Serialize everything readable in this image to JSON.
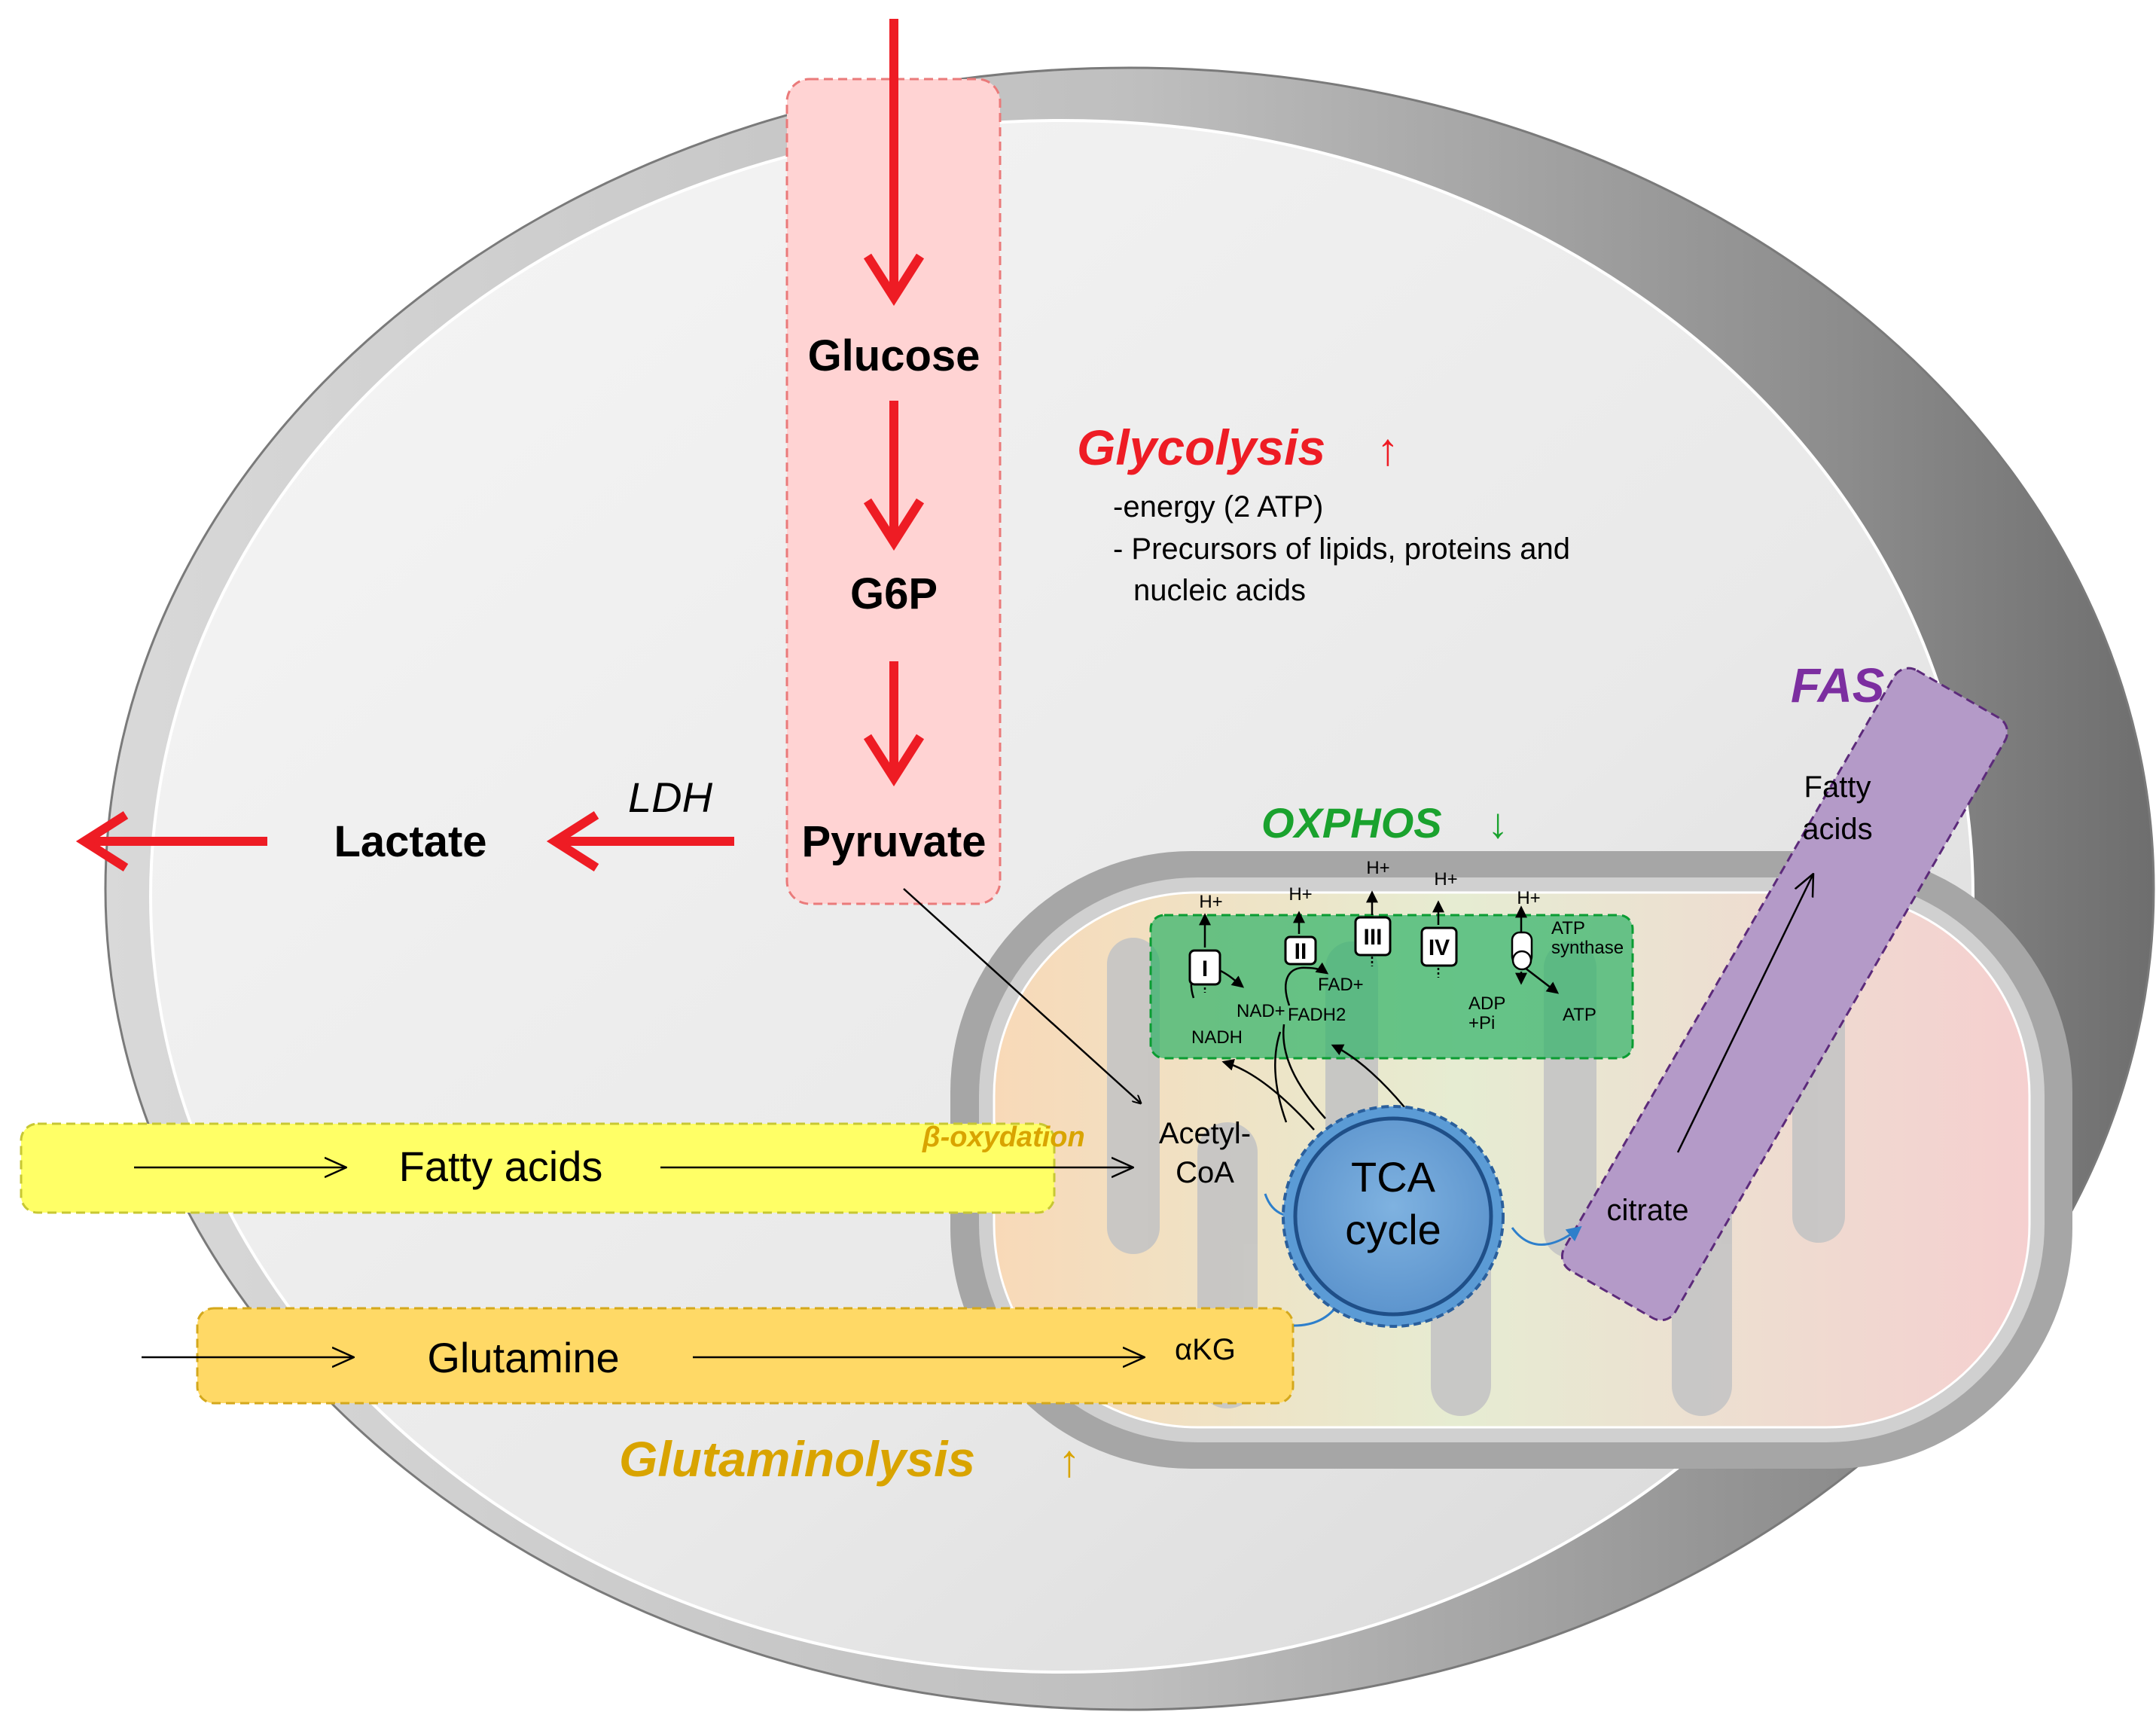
{
  "glycolysis_pathway": {
    "glucose": "Glucose",
    "g6p": "G6P",
    "pyruvate": "Pyruvate",
    "lactate": "Lactate",
    "ldh": "LDH"
  },
  "glycolysis_note": {
    "title": "Glycolysis",
    "arrow": "↑",
    "line1": "-energy (2 ATP)",
    "line2": "- Precursors of  lipids, proteins and",
    "line3": "nucleic acids"
  },
  "oxphos": {
    "title": "OXPHOS",
    "arrow": "↓",
    "complexes": [
      "I",
      "II",
      "III",
      "IV"
    ],
    "h_plus": "H+",
    "nad_plus": "NAD+",
    "nadh": "NADH",
    "fad_plus": "FAD+",
    "fadh2": "FADH2",
    "atp_synthase_1": "ATP",
    "atp_synthase_2": "synthase",
    "adp": "ADP",
    "pi": "+Pi",
    "atp": "ATP"
  },
  "fatty_acids_bar": {
    "label": "Fatty acids",
    "beta_oxidation": "β-oxydation",
    "acetyl_1": "Acetyl-",
    "acetyl_2": "CoA"
  },
  "tca": {
    "line1": "TCA",
    "line2": "cycle"
  },
  "glutamine_bar": {
    "label": "Glutamine",
    "akg": "αKG",
    "process": "Glutaminolysis",
    "arrow": "↑"
  },
  "fas": {
    "title": "FAS",
    "product_1": "Fatty",
    "product_2": "acids",
    "citrate": "citrate"
  },
  "colors": {
    "red": "#ee1c24",
    "green": "#1aa22e",
    "orange": "#d9a400",
    "purple": "#7c2ea0",
    "tca_blue": "#5b9bd5"
  }
}
